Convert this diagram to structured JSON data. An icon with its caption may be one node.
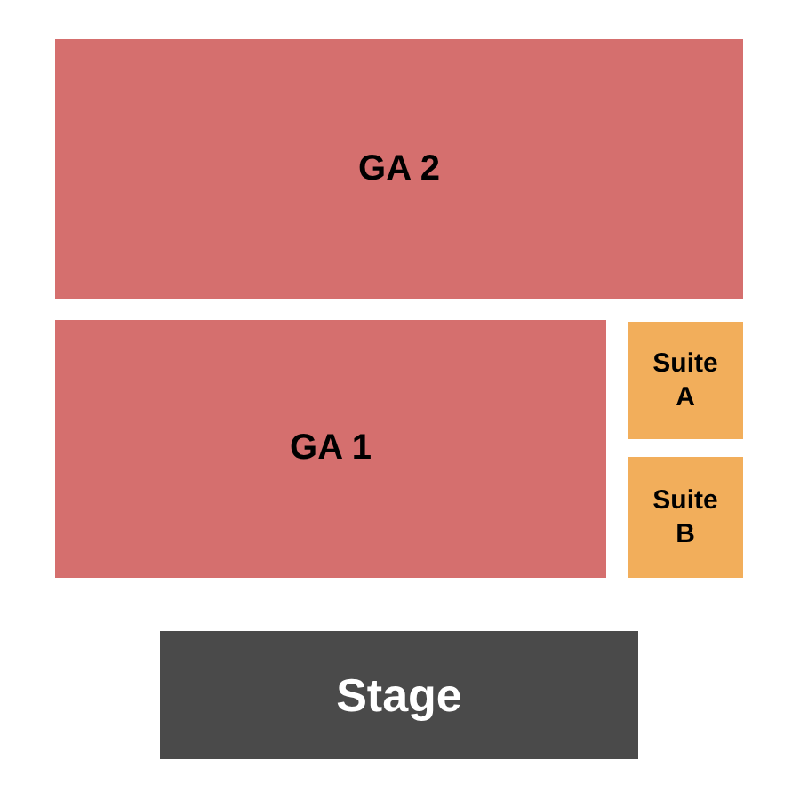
{
  "diagram": {
    "nodes": [
      {
        "text": [
          "GA 2"
        ]
      },
      {
        "text": [
          "GA 1"
        ]
      },
      {
        "text": [
          "Suite A"
        ]
      },
      {
        "text": [
          "Suite B"
        ]
      },
      {
        "text": [
          "Stage"
        ]
      }
    ]
  }
}
